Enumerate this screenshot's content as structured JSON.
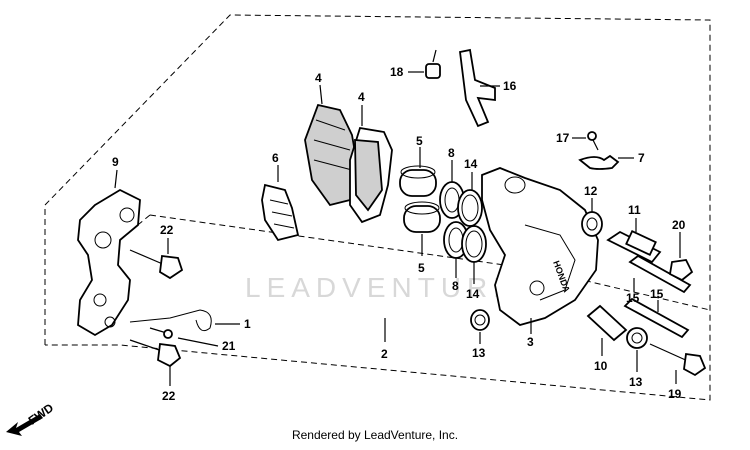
{
  "watermark": "LEADVENTURE",
  "fwd_label": "FWD",
  "footer": "Rendered by LeadVenture, Inc.",
  "callouts": {
    "c1": "1",
    "c2": "2",
    "c3": "3",
    "c4a": "4",
    "c4b": "4",
    "c5a": "5",
    "c5b": "5",
    "c6": "6",
    "c7": "7",
    "c8a": "8",
    "c8b": "8",
    "c9": "9",
    "c10": "10",
    "c11": "11",
    "c12": "12",
    "c13a": "13",
    "c13b": "13",
    "c14a": "14",
    "c14b": "14",
    "c15a": "15",
    "c15b": "15",
    "c16": "16",
    "c17": "17",
    "c18": "18",
    "c19": "19",
    "c20": "20",
    "c21": "21",
    "c22a": "22",
    "c22b": "22"
  }
}
